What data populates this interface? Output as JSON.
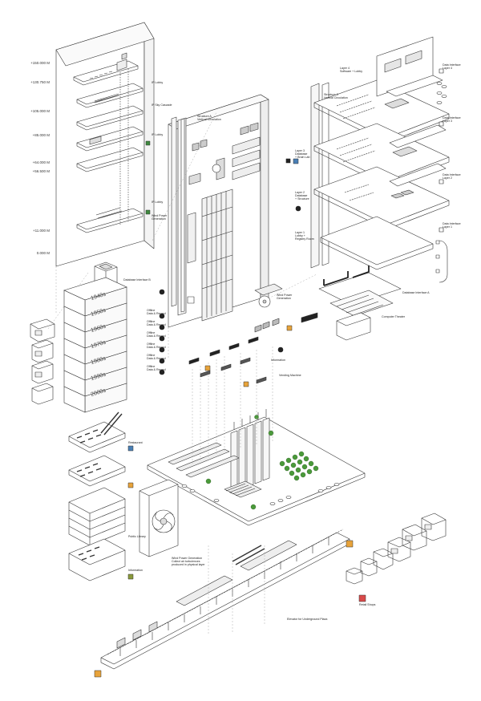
{
  "altitudes": [
    "+150.000 M",
    "+130.750 M",
    "+105.000 M",
    "+85.000 M",
    "+64.000 M",
    "+56.500 M",
    "+11.000 M",
    "0.000 M"
  ],
  "tower_labels": [
    "IP Lobby",
    "IP Sky Cascade",
    "IP Lobby",
    "IP Lobby",
    "Wind Power\nGeneration"
  ],
  "board_labels": [
    "Structure A\nVertical Circulation",
    "Layer 3\nDatabase\n+ Brain Lab",
    "Layer 2\nDatabase\n+ Structure",
    "Layer 1\nLobby +\nRegistry Room",
    "Wind Power\nGeneration"
  ],
  "right_labels": [
    "Layer 4\nSoftware + Lobby",
    "Structure C\nVertical Circulation",
    "Data Interface\nLayer 4",
    "Data Interface\nLayer 3",
    "Data Interface\nLayer 2",
    "Data Interface\nLayer 1",
    "Database Interface A",
    "Computer Theater"
  ],
  "decades": [
    "1940s",
    "1950s",
    "1960s",
    "1970s",
    "1980s",
    "1990s",
    "2000s"
  ],
  "archive_labels": [
    "Database Interface B",
    "Offline\nData & Record",
    "Offline\nData & Record",
    "Offline\nData & Record",
    "Offline\nData & Record",
    "Offline\nData & Record",
    "Offline\nData & Record"
  ],
  "mid_labels": [
    "Information",
    "Vending Machine"
  ],
  "lower_left_labels": [
    "Restaurant",
    "Public Library",
    "Information"
  ],
  "bottom_labels": [
    "Wind Power Generation\nCollect air turbulences\nproduced in physical layer",
    "Retail Shops",
    "Elevator for Underground Plaza"
  ],
  "colors": {
    "line": "#333333",
    "accent_yellow": "#e8a33a",
    "accent_blue": "#4a7fb5",
    "accent_red": "#d94a4a",
    "accent_green": "#3f8a3f",
    "accent_olive": "#8a9a3a"
  }
}
